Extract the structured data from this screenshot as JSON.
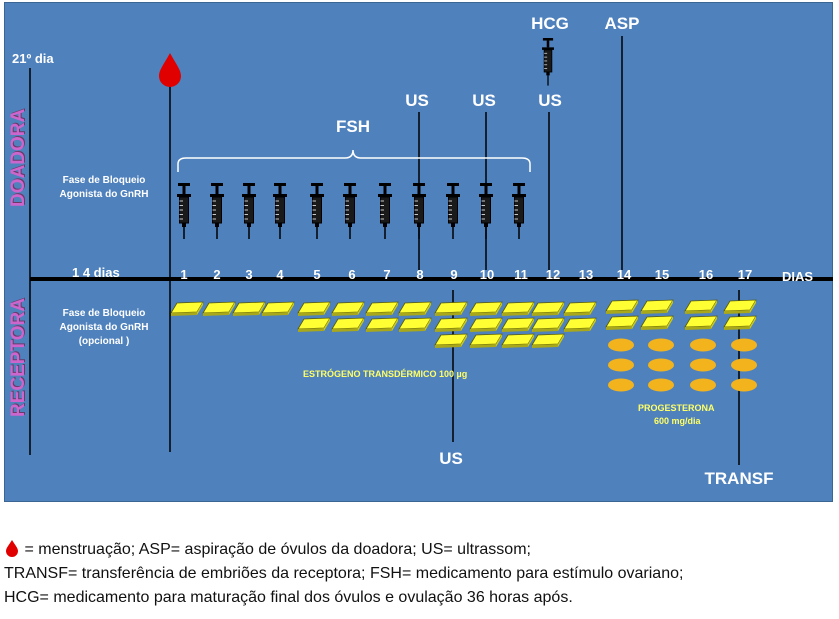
{
  "diagram": {
    "start_label": "21º dia",
    "donor_label": "DOADORA",
    "recipient_label": "RECEPTORA",
    "donor_phase": "Fase de Bloqueio\nAgonista do GnRH",
    "recipient_phase": "Fase de Bloqueio\nAgonista do GnRH\n(opcional )",
    "fsh_label": "FSH",
    "days_label": "1 4  dias",
    "axis_unit": "DIAS",
    "day_numbers": [
      "1",
      "2",
      "3",
      "4",
      "5",
      "6",
      "7",
      "8",
      "9",
      "10",
      "11",
      "12",
      "13",
      "14",
      "15",
      "16",
      "17"
    ],
    "us_labels": [
      "US",
      "US",
      "US"
    ],
    "hcg_label": "HCG",
    "asp_label": "ASP",
    "us_bottom_label": "US",
    "transf_label": "TRANSF",
    "estrogen_label": "ESTRÓGENO  TRANSDÉRMICO 100 µg",
    "progesterone_label": "PROGESTERONA",
    "progesterone_dose": "600 mg/dia",
    "colors": {
      "background": "#4f81bd",
      "axis": "#000000",
      "patch": "#ffff33",
      "pill": "#f2b31c",
      "blood": "#e00000",
      "role_label": "#cc66cc"
    }
  },
  "legend": {
    "line1": "= menstruação; ASP= aspiração de óvulos da doadora; US= ultrassom;",
    "line2": "TRANSF= transferência de embriões da receptora; FSH= medicamento para estímulo ovariano;",
    "line3": "HCG= medicamento para maturação final dos óvulos e ovulação 36 horas após."
  }
}
